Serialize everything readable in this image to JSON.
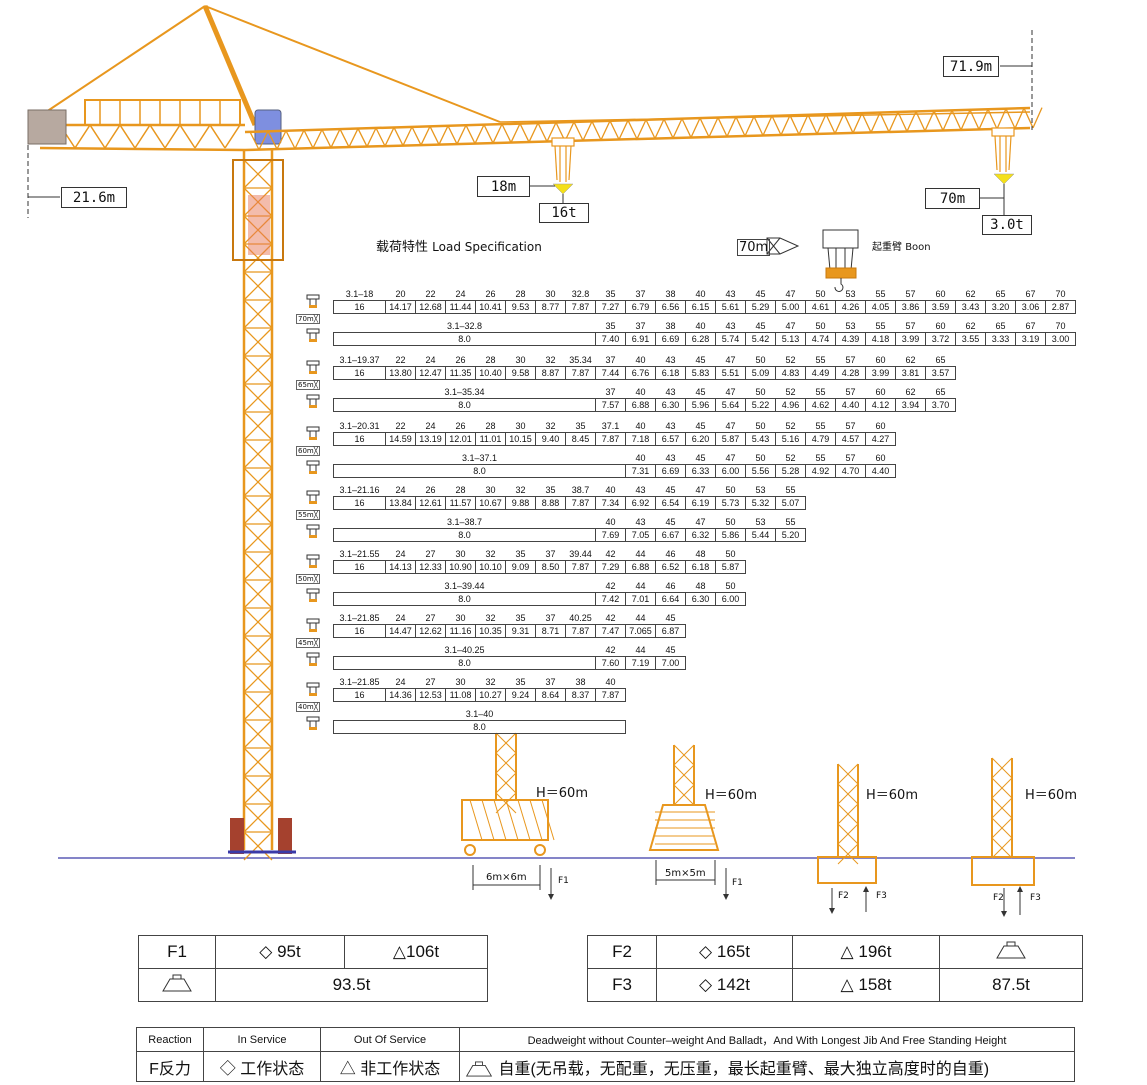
{
  "callouts": {
    "height_top": "71.9m",
    "counter_jib": "21.6m",
    "radius_18": "18m",
    "load_16t": "16t",
    "radius_70": "70m",
    "load_3t": "3.0t"
  },
  "spec_title": {
    "cn": "载荷特性",
    "en": "Load Specification"
  },
  "hook_legend": {
    "jib_length": "70m",
    "hook_label_cn": "起重臂",
    "hook_label_en": "Boon"
  },
  "load_tables": [
    {
      "jib": "70m",
      "top_start": "3.1–18",
      "top_radii": [
        "20",
        "22",
        "24",
        "26",
        "28",
        "30",
        "32.8",
        "35",
        "37",
        "38",
        "40",
        "43",
        "45",
        "47",
        "50",
        "53",
        "55",
        "57",
        "60",
        "62",
        "65",
        "67",
        "70"
      ],
      "top_values": [
        "16",
        "14.17",
        "12.68",
        "11.44",
        "10.41",
        "9.53",
        "8.77",
        "7.87",
        "7.27",
        "6.79",
        "6.56",
        "6.15",
        "5.61",
        "5.29",
        "5.00",
        "4.61",
        "4.26",
        "4.05",
        "3.86",
        "3.59",
        "3.43",
        "3.20",
        "3.06",
        "2.87"
      ],
      "bottom_range": "3.1–32.8",
      "bottom_radii": [
        "35",
        "37",
        "38",
        "40",
        "43",
        "45",
        "47",
        "50",
        "53",
        "55",
        "57",
        "60",
        "62",
        "65",
        "67",
        "70"
      ],
      "bottom_first": "8.0",
      "bottom_values": [
        "7.40",
        "6.91",
        "6.69",
        "6.28",
        "5.74",
        "5.42",
        "5.13",
        "4.74",
        "4.39",
        "4.18",
        "3.99",
        "3.72",
        "3.55",
        "3.33",
        "3.19",
        "3.00"
      ]
    },
    {
      "jib": "65m",
      "top_start": "3.1–19.37",
      "top_radii": [
        "22",
        "24",
        "26",
        "28",
        "30",
        "32",
        "35.34",
        "37",
        "40",
        "43",
        "45",
        "47",
        "50",
        "52",
        "55",
        "57",
        "60",
        "62",
        "65"
      ],
      "top_values": [
        "16",
        "13.80",
        "12.47",
        "11.35",
        "10.40",
        "9.58",
        "8.87",
        "7.87",
        "7.44",
        "6.76",
        "6.18",
        "5.83",
        "5.51",
        "5.09",
        "4.83",
        "4.49",
        "4.28",
        "3.99",
        "3.81",
        "3.57"
      ],
      "bottom_range": "3.1–35.34",
      "bottom_radii": [
        "37",
        "40",
        "43",
        "45",
        "47",
        "50",
        "52",
        "55",
        "57",
        "60",
        "62",
        "65"
      ],
      "bottom_first": "8.0",
      "bottom_values": [
        "7.57",
        "6.88",
        "6.30",
        "5.96",
        "5.64",
        "5.22",
        "4.96",
        "4.62",
        "4.40",
        "4.12",
        "3.94",
        "3.70"
      ]
    },
    {
      "jib": "60m",
      "top_start": "3.1–20.31",
      "top_radii": [
        "22",
        "24",
        "26",
        "28",
        "30",
        "32",
        "35",
        "37.1",
        "40",
        "43",
        "45",
        "47",
        "50",
        "52",
        "55",
        "57",
        "60"
      ],
      "top_values": [
        "16",
        "14.59",
        "13.19",
        "12.01",
        "11.01",
        "10.15",
        "9.40",
        "8.45",
        "7.87",
        "7.18",
        "6.57",
        "6.20",
        "5.87",
        "5.43",
        "5.16",
        "4.79",
        "4.57",
        "4.27"
      ],
      "bottom_range": "3.1–37.1",
      "bottom_radii": [
        "40",
        "43",
        "45",
        "47",
        "50",
        "52",
        "55",
        "57",
        "60"
      ],
      "bottom_first": "8.0",
      "bottom_values": [
        "7.31",
        "6.69",
        "6.33",
        "6.00",
        "5.56",
        "5.28",
        "4.92",
        "4.70",
        "4.40"
      ]
    },
    {
      "jib": "55m",
      "top_start": "3.1–21.16",
      "top_radii": [
        "24",
        "26",
        "28",
        "30",
        "32",
        "35",
        "38.7",
        "40",
        "43",
        "45",
        "47",
        "50",
        "53",
        "55"
      ],
      "top_values": [
        "16",
        "13.84",
        "12.61",
        "11.57",
        "10.67",
        "9.88",
        "8.88",
        "7.87",
        "7.34",
        "6.92",
        "6.54",
        "6.19",
        "5.73",
        "5.32",
        "5.07"
      ],
      "bottom_range": "3.1–38.7",
      "bottom_radii": [
        "40",
        "43",
        "45",
        "47",
        "50",
        "53",
        "55"
      ],
      "bottom_first": "8.0",
      "bottom_values": [
        "7.69",
        "7.05",
        "6.67",
        "6.32",
        "5.86",
        "5.44",
        "5.20"
      ]
    },
    {
      "jib": "50m",
      "top_start": "3.1–21.55",
      "top_radii": [
        "24",
        "27",
        "30",
        "32",
        "35",
        "37",
        "39.44",
        "42",
        "44",
        "46",
        "48",
        "50"
      ],
      "top_values": [
        "16",
        "14.13",
        "12.33",
        "10.90",
        "10.10",
        "9.09",
        "8.50",
        "7.87",
        "7.29",
        "6.88",
        "6.52",
        "6.18",
        "5.87"
      ],
      "bottom_range": "3.1–39.44",
      "bottom_radii": [
        "42",
        "44",
        "46",
        "48",
        "50"
      ],
      "bottom_first": "8.0",
      "bottom_values": [
        "7.42",
        "7.01",
        "6.64",
        "6.30",
        "6.00"
      ]
    },
    {
      "jib": "45m",
      "top_start": "3.1–21.85",
      "top_radii": [
        "24",
        "27",
        "30",
        "32",
        "35",
        "37",
        "40.25",
        "42",
        "44",
        "45"
      ],
      "top_values": [
        "16",
        "14.47",
        "12.62",
        "11.16",
        "10.35",
        "9.31",
        "8.71",
        "7.87",
        "7.47",
        "7.065",
        "6.87"
      ],
      "bottom_range": "3.1–40.25",
      "bottom_radii": [
        "42",
        "44",
        "45"
      ],
      "bottom_first": "8.0",
      "bottom_values": [
        "7.60",
        "7.19",
        "7.00"
      ]
    },
    {
      "jib": "40m",
      "top_start": "3.1–21.85",
      "top_radii": [
        "24",
        "27",
        "30",
        "32",
        "35",
        "37",
        "38",
        "40"
      ],
      "top_values": [
        "16",
        "14.36",
        "12.53",
        "11.08",
        "10.27",
        "9.24",
        "8.64",
        "8.37",
        "7.87"
      ],
      "bottom_range": "3.1–40",
      "bottom_radii": [],
      "bottom_first": "8.0",
      "bottom_values": []
    }
  ],
  "foundations": [
    {
      "height": "H＝60m",
      "dim": "6m×6m",
      "force_a": "F1",
      "force_b": ""
    },
    {
      "height": "H＝60m",
      "dim": "5m×5m",
      "force_a": "F1",
      "force_b": ""
    },
    {
      "height": "H＝60m",
      "dim": "",
      "force_a": "F2",
      "force_b": "F3"
    },
    {
      "height": "H＝60m",
      "dim": "",
      "force_a": "F2",
      "force_b": "F3"
    }
  ],
  "reaction_f1": {
    "label": "F1",
    "in_service": "95t",
    "out_service": "106t",
    "deadweight": "93.5t"
  },
  "reaction_f23": {
    "f2_label": "F2",
    "f2_in": "165t",
    "f2_out": "196t",
    "f3_label": "F3",
    "f3_in": "142t",
    "f3_out": "158t",
    "deadweight": "87.5t"
  },
  "legend": {
    "reaction_en": "Reaction",
    "reaction_cn": "F反力",
    "in_service_en": "In Service",
    "in_service_cn": "工作状态",
    "out_service_en": "Out Of Service",
    "out_service_cn": "非工作状态",
    "deadweight_en": "Deadweight without Counter–weight And Balladt，And With Longest Jib And Free Standing Height",
    "deadweight_cn": "自重(无吊载，无配重，无压重，最长起重臂、最大独立高度时的自重)"
  },
  "colors": {
    "crane": "#E8971E",
    "crane_dark": "#C8780E",
    "ground": "#3A3AA8",
    "hook_yellow": "#F4E01A",
    "counterweight": "#B7A9A0",
    "cab": "#7E8FE0",
    "base_red": "#A5412E"
  }
}
